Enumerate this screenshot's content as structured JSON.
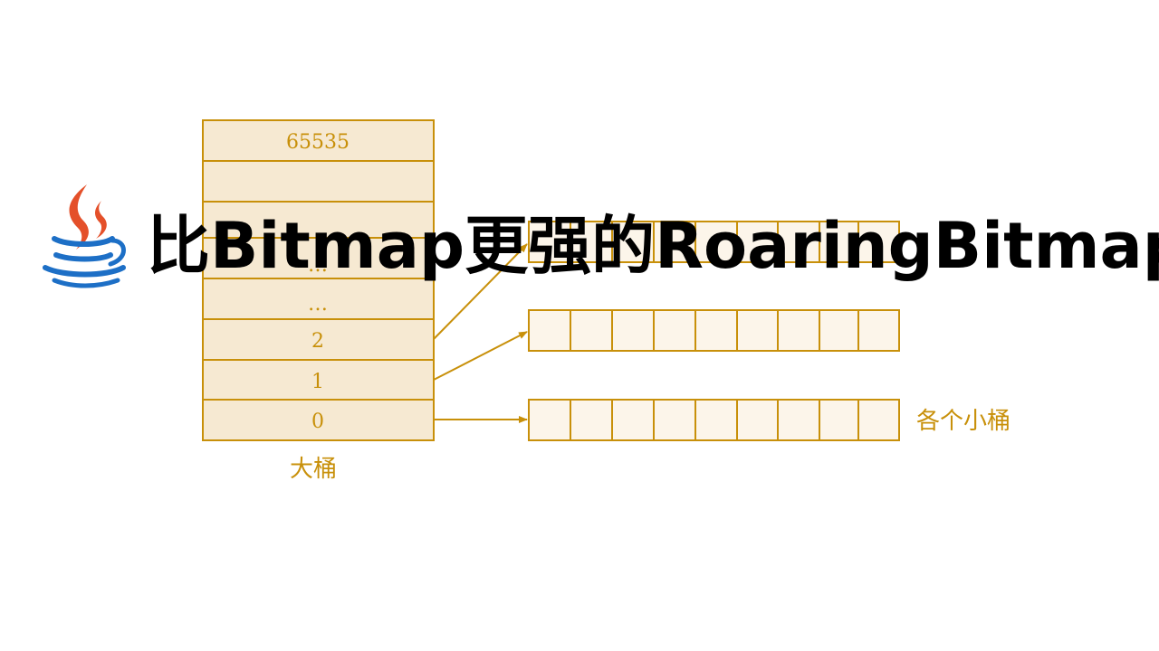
{
  "title": "比Bitmap更强的RoaringBitmap",
  "logo": {
    "icon": "java-coffee-cup-icon",
    "flame_color": "#e4502a",
    "cup_color": "#1d6fc6"
  },
  "diagram": {
    "accent_color": "#c8900a",
    "bucket_fill": "#f6e9d2",
    "small_fill": "#fcf5ea",
    "big_bucket": {
      "label": "大桶",
      "rows": [
        "65535",
        "",
        "",
        "…",
        "…",
        "2",
        "1",
        "0"
      ]
    },
    "small_buckets": {
      "label": "各个小桶",
      "cells_per_bucket": 9,
      "count": 3
    }
  }
}
